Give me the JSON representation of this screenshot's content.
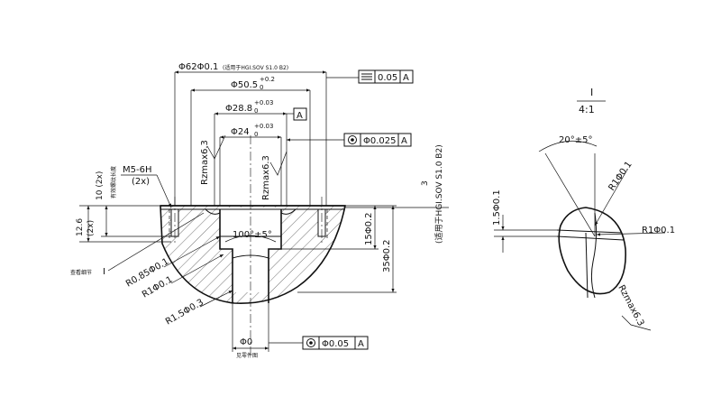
{
  "main_view": {
    "dim_dia62": "Φ62Φ0.1",
    "dim_dia62_note": "(适用于HGI.SOV S1.0 B2)",
    "dim_dia50": "Φ50.5",
    "dim_dia50_tol_upper": "+0.2",
    "dim_dia50_tol_lower": "0",
    "dim_dia28": "Φ28.8",
    "dim_dia28_tol_upper": "+0.03",
    "dim_dia28_tol_lower": "0",
    "datum_a": "A",
    "dim_dia24": "Φ24",
    "dim_dia24_tol_upper": "+0.03",
    "dim_dia24_tol_lower": "0",
    "rz_left": "Rzmax6.3",
    "rz_right": "Rzmax6.3",
    "thread_label": "M5-6H",
    "thread_count": "(2x)",
    "thread_depth": "10 (2x)",
    "thread_depth_note": "有效螺纹长度",
    "dim_12_6": "12.6",
    "dim_12_6_count": "(2x)",
    "angle_100": "100°±5°",
    "dim_15": "15Φ0.2",
    "dim_35": "35Φ0.2",
    "right_note_num": "3",
    "right_note": "(适用于HGI.SOV S1.0 B2)",
    "detail_ref": "I",
    "detail_ref_note": "查看细节",
    "r085": "R0.85Φ0.1",
    "r1": "R1Φ0.1",
    "r15": "R1.5Φ0.3",
    "dim_phi0": "Φ0",
    "phi0_note": "见零件图"
  },
  "fcf": [
    {
      "symbol": "flatness-symbol",
      "value": "0.05",
      "datum": "A"
    },
    {
      "symbol": "concentricity-symbol",
      "value": "Φ0.025",
      "datum": "A"
    },
    {
      "symbol": "concentricity-symbol",
      "value": "Φ0.05",
      "datum": "A"
    }
  ],
  "detail_view": {
    "label": "I",
    "scale": "4:1",
    "angle": "20°±5°",
    "r1_top": "R1Φ0.1",
    "r1_mid": "R1Φ0.1",
    "dim_15": "1.5Φ0.1",
    "rz": "Rzmax6.3"
  }
}
